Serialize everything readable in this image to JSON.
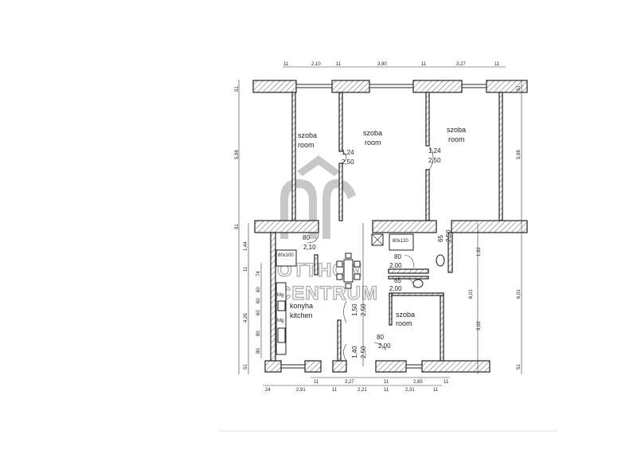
{
  "plan": {
    "rooms": [
      {
        "name": "szoba",
        "en": "room"
      },
      {
        "name": "szoba",
        "en": "room"
      },
      {
        "name": "szoba",
        "en": "room"
      },
      {
        "name": "konyha",
        "en": "kitchen"
      },
      {
        "name": "szoba",
        "en": "room"
      }
    ],
    "top_dims": [
      "11",
      "2,10",
      "11",
      "3,90",
      "11",
      "3,27",
      "11"
    ],
    "bottom_dims_1": [
      "11",
      "3,27",
      "11",
      "2,85",
      "11"
    ],
    "bottom_dims_2": [
      "24",
      "2,91",
      "11",
      "2,21",
      "11",
      "2,31",
      "11"
    ],
    "left_dims": [
      "51",
      "5,98",
      "51",
      "1,44",
      "11",
      "4,26",
      "51"
    ],
    "left_small_dims": [
      "74",
      "60",
      "60",
      "60",
      "80",
      "80"
    ],
    "right_dims": [
      "51",
      "5,98",
      "6,01",
      "6,01",
      "1,92",
      "3,02",
      "51"
    ],
    "doors": {
      "d1": [
        "1,24",
        "2,50"
      ],
      "d2": [
        "1,24",
        "2,50"
      ],
      "d3": [
        "80",
        "2,10"
      ],
      "d4": [
        "80",
        "2,00"
      ],
      "d5": [
        "65",
        "2,00"
      ],
      "d6": [
        "80",
        "2,00"
      ],
      "d7": [
        "1,50",
        "2,50"
      ],
      "d8": [
        "1,40",
        "2,50"
      ],
      "d9": [
        "65",
        "2,50"
      ]
    },
    "fixtures": {
      "shower": "80x100",
      "bath": "80x120",
      "mg1": "Mg",
      "mg2": "Mg"
    }
  },
  "watermark": {
    "logo": "OC",
    "line1": "OTTHON",
    "line2": "CENTRUM"
  }
}
